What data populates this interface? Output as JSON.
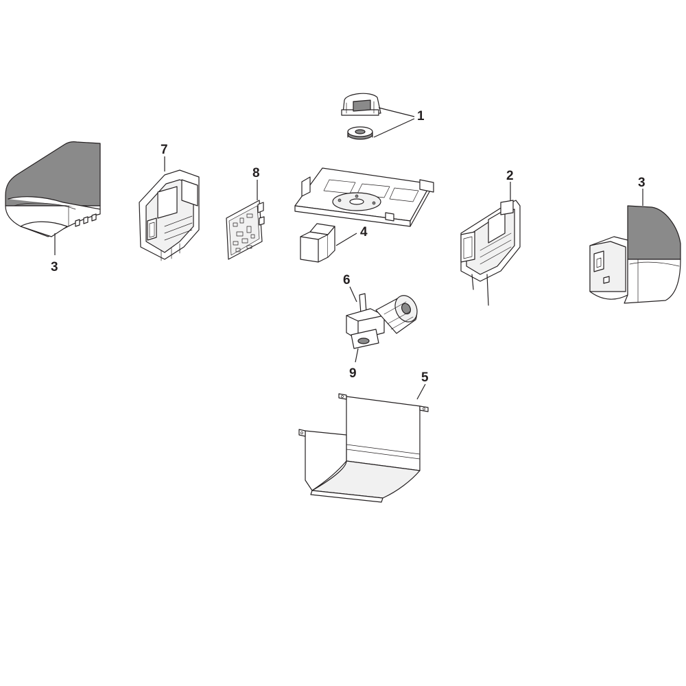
{
  "callouts": [
    {
      "id": "part-1",
      "label": "1"
    },
    {
      "id": "part-2",
      "label": "2"
    },
    {
      "id": "part-3-left",
      "label": "3"
    },
    {
      "id": "part-3-right",
      "label": "3"
    },
    {
      "id": "part-4",
      "label": "4"
    },
    {
      "id": "part-5",
      "label": "5"
    },
    {
      "id": "part-6",
      "label": "6"
    },
    {
      "id": "part-7",
      "label": "7"
    },
    {
      "id": "part-8",
      "label": "8"
    },
    {
      "id": "part-9",
      "label": "9"
    }
  ],
  "colors": {
    "line": "#231f20",
    "cover_shade": "#8a8a8a",
    "panel_light": "#f1f1f1",
    "background": "#ffffff"
  }
}
